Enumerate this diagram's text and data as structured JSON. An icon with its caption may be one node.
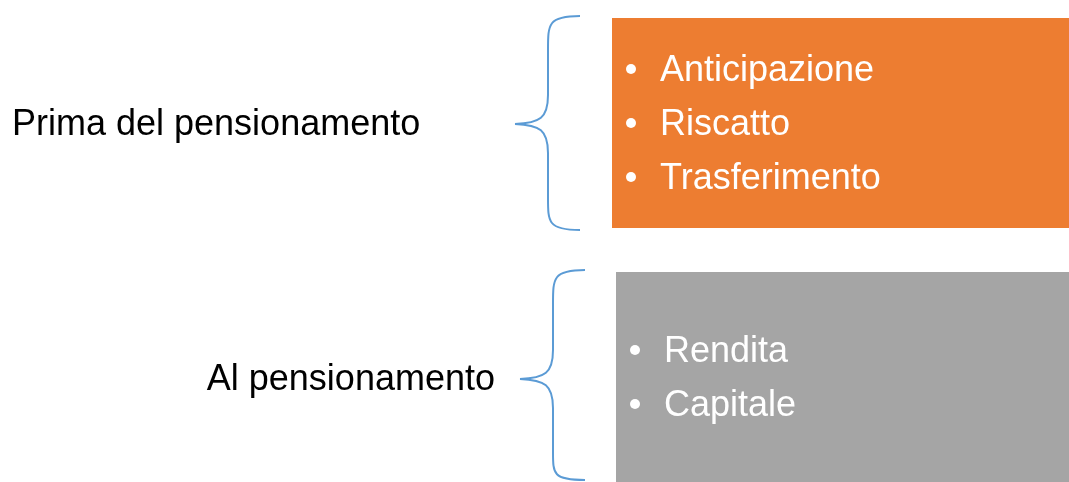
{
  "diagram": {
    "nodes": [
      {
        "text": [
          "Anticipazione",
          "Riscatto",
          "Trasferimento"
        ]
      },
      {
        "text": [
          "Rendita",
          "Capitale"
        ]
      }
    ],
    "labels": [
      "Prima del pensionamento",
      "Al pensionamento"
    ]
  }
}
